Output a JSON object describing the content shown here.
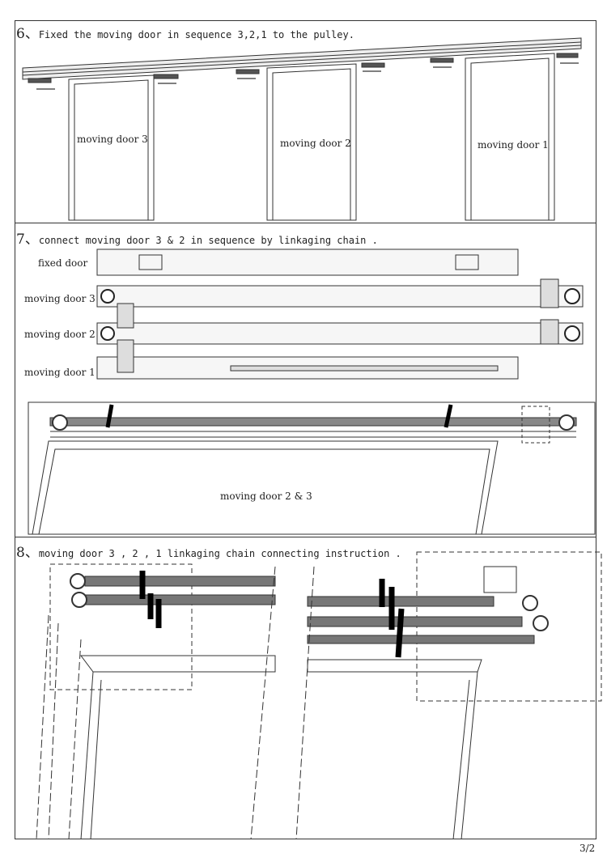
{
  "step6": {
    "number": "6、",
    "title": "Fixed the moving door  in sequence 3,2,1 to the pulley.",
    "labels": [
      "moving door 3",
      "moving door 2",
      "moving door 1"
    ]
  },
  "step7": {
    "number": "7、",
    "title": "connect moving door 3 & 2 in sequence by linkaging chain .",
    "rows": [
      "fixed door",
      "moving door 3",
      "moving door 2",
      "moving door 1"
    ],
    "detail_label": "moving door 2 & 3"
  },
  "step8": {
    "number": "8、",
    "title": "moving door 3 , 2 , 1 linkaging chain connecting instruction ."
  },
  "page_number": "3/2"
}
